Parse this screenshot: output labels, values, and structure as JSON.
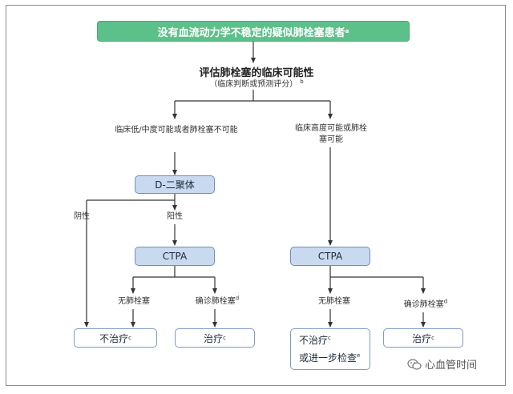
{
  "start": {
    "text": "没有血流动力学不稳定的疑似肺栓塞患者",
    "sup": "a"
  },
  "assess": {
    "title": "评估肺栓塞的临床可能性",
    "subtitle": "（临床判断或预测评分）",
    "sup": "b"
  },
  "branch_low": "临床低/中度可能或者肺栓塞不可能",
  "branch_high": {
    "line1": "临床高度可能或肺栓",
    "line2": "塞可能"
  },
  "ddimer": "D-二聚体",
  "negative": "阴性",
  "positive": "阳性",
  "ctpa_left": "CTPA",
  "ctpa_right": "CTPA",
  "no_pe_left": "无肺栓塞",
  "confirmed_left": {
    "text": "确诊肺栓塞",
    "sup": "d"
  },
  "no_pe_right": "无肺栓塞",
  "confirmed_right": {
    "text": "确诊肺栓塞",
    "sup": "d"
  },
  "no_treat_1": {
    "text": "不治疗",
    "sup": "c"
  },
  "treat_1": {
    "text": "治疗",
    "sup": "c"
  },
  "no_treat_2": {
    "line1": "不治疗",
    "sup1": "c",
    "line2": "或进一步检查",
    "sup2": "e"
  },
  "treat_2": {
    "text": "治疗",
    "sup": "c"
  },
  "watermark": "心血管时间",
  "colors": {
    "start_green": "#5cc08a",
    "blue_box": "#c9d9ef",
    "box_border": "#6f8fb8"
  }
}
